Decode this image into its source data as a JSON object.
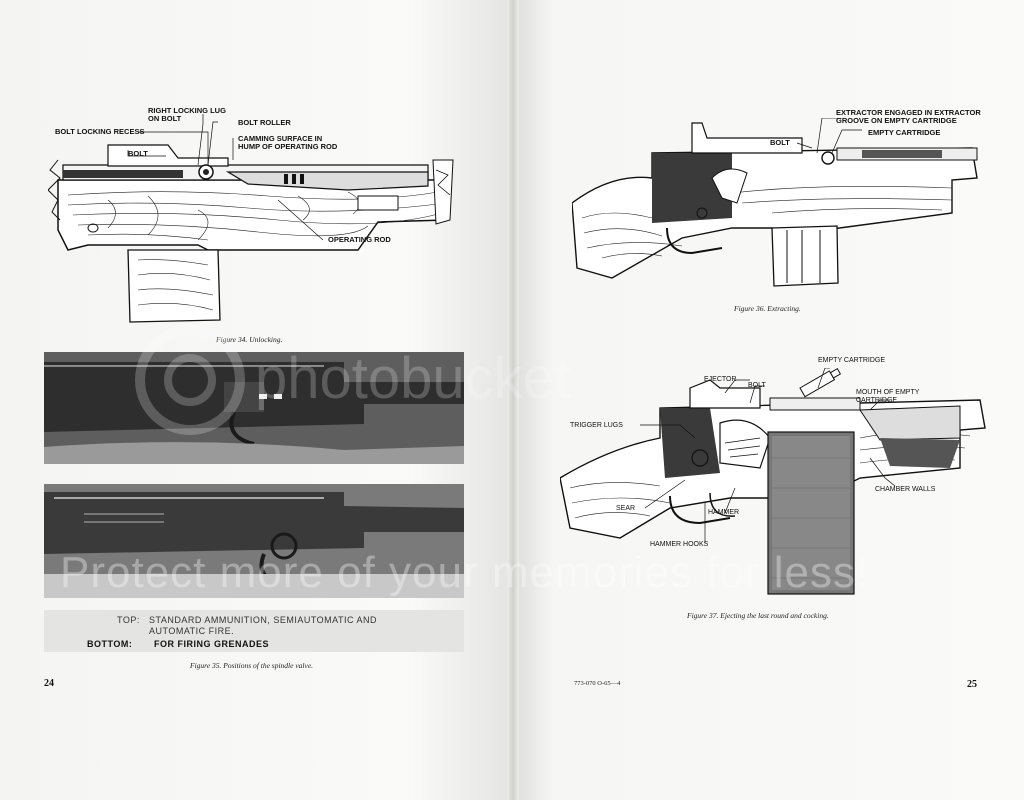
{
  "left_page": {
    "figure34": {
      "labels": {
        "right_locking_lug": "RIGHT LOCKING LUG\nON BOLT",
        "bolt_locking_recess": "BOLT LOCKING RECESS",
        "bolt": "BOLT",
        "bolt_roller": "BOLT ROLLER",
        "camming_surface": "CAMMING SURFACE IN\nHUMP OF OPERATING ROD",
        "operating_rod": "OPERATING ROD"
      },
      "caption": "Figure 34. Unlocking."
    },
    "figure35": {
      "top_label": "TOP:",
      "top_text": "STANDARD AMMUNITION, SEMIAUTOMATIC AND\nAUTOMATIC FIRE.",
      "bottom_label": "BOTTOM:",
      "bottom_text": "FOR FIRING GRENADES",
      "caption": "Figure 35. Positions of the spindle valve."
    },
    "page_number": "24"
  },
  "right_page": {
    "figure36": {
      "labels": {
        "extractor_engaged": "EXTRACTOR ENGAGED IN EXTRACTOR\nGROOVE ON EMPTY CARTRIDGE",
        "bolt": "BOLT",
        "empty_cartridge": "EMPTY CARTRIDGE"
      },
      "caption": "Figure 36. Extracting."
    },
    "figure37": {
      "labels": {
        "empty_cartridge": "EMPTY CARTRIDGE",
        "ejector": "EJECTOR",
        "bolt": "BOLT",
        "mouth_of_empty": "MOUTH OF EMPTY\nCARTRIDGE",
        "trigger_lugs": "TRIGGER LUGS",
        "chamber_walls": "CHAMBER WALLS",
        "sear": "SEAR",
        "hammer": "HAMMER",
        "hammer_hooks": "HAMMER HOOKS"
      },
      "caption": "Figure 37. Ejecting the last round and cocking."
    },
    "footer_code": "773-070 O-65—4",
    "page_number": "25"
  },
  "watermark_text": "Protect more of your memories for less!",
  "watermark_logo": "photobucket",
  "colors": {
    "ink": "#111111",
    "paper": "#f8f8f6",
    "photo_dark": "#3a3a3a"
  }
}
